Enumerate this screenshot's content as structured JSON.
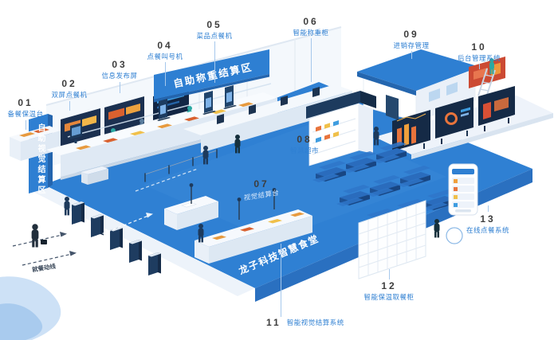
{
  "colors": {
    "accent_blue": "#2E7FD2",
    "dark_navy": "#1C3A5C",
    "orange_accent": "#E8743C",
    "light_panel": "#EEF3FA"
  },
  "scene": {
    "zone_weighing_banner": "自助称重结算区",
    "zone_visual_banner": "自助视觉结算区",
    "floor_title": "龙子科技智慧食堂",
    "flow_label": "就餐动线"
  },
  "callouts": [
    {
      "num": "01",
      "label": "备餐保温台"
    },
    {
      "num": "02",
      "label": "双屏点餐机"
    },
    {
      "num": "03",
      "label": "信息发布屏"
    },
    {
      "num": "04",
      "label": "点餐叫号机"
    },
    {
      "num": "05",
      "label": "菜品点餐机"
    },
    {
      "num": "06",
      "label": "智能称重柜"
    },
    {
      "num": "07",
      "label": "视觉结算台"
    },
    {
      "num": "08",
      "label": "智慧超市"
    },
    {
      "num": "09",
      "label": "进销存管理"
    },
    {
      "num": "10",
      "label": "后台管理系统"
    },
    {
      "num": "11",
      "label": "智能视觉结算系统"
    },
    {
      "num": "12",
      "label": "智能保温取餐柜"
    },
    {
      "num": "13",
      "label": "在线点餐系统"
    }
  ]
}
